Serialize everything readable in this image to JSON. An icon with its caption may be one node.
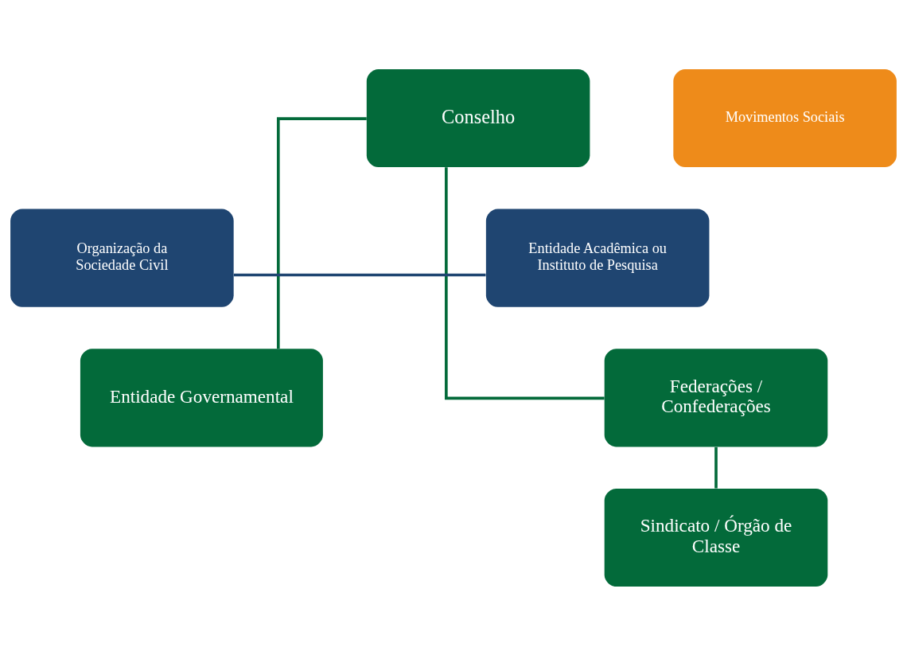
{
  "diagram": {
    "nodes": [
      {
        "text": [
          "Conselho"
        ]
      },
      {
        "text": [
          "Movimentos Sociais"
        ]
      },
      {
        "text": [
          "Organização da Sociedade Civil"
        ]
      },
      {
        "text": [
          "Entidade Acadêmica ou Instituto de Pesquisa"
        ]
      },
      {
        "text": [
          "Entidade Governamental"
        ]
      },
      {
        "text": [
          "Federações / Confederações"
        ]
      },
      {
        "text": [
          "Sindicato / Órgão de Classe"
        ]
      }
    ],
    "edges": [
      {
        "from": 0,
        "to": 4,
        "arrow": "none"
      },
      {
        "from": 0,
        "to": 5,
        "arrow": "none"
      },
      {
        "from": 2,
        "to": 3,
        "arrow": "none",
        "color": "#1f4571"
      },
      {
        "from": 5,
        "to": 6,
        "arrow": "none"
      }
    ]
  }
}
